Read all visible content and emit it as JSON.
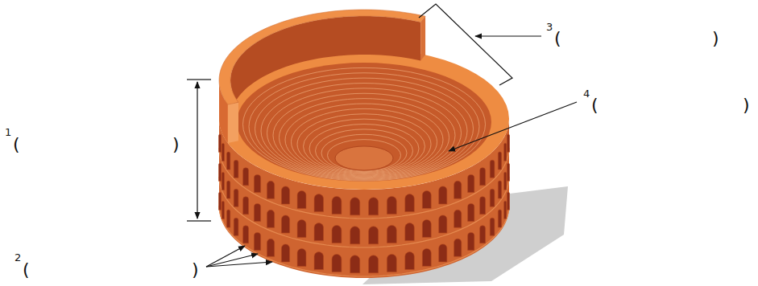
{
  "diagram": {
    "labels": [
      "1",
      "(",
      ")",
      "2",
      "(",
      ")",
      "3",
      "(",
      ")",
      "4",
      "(",
      ")"
    ]
  }
}
